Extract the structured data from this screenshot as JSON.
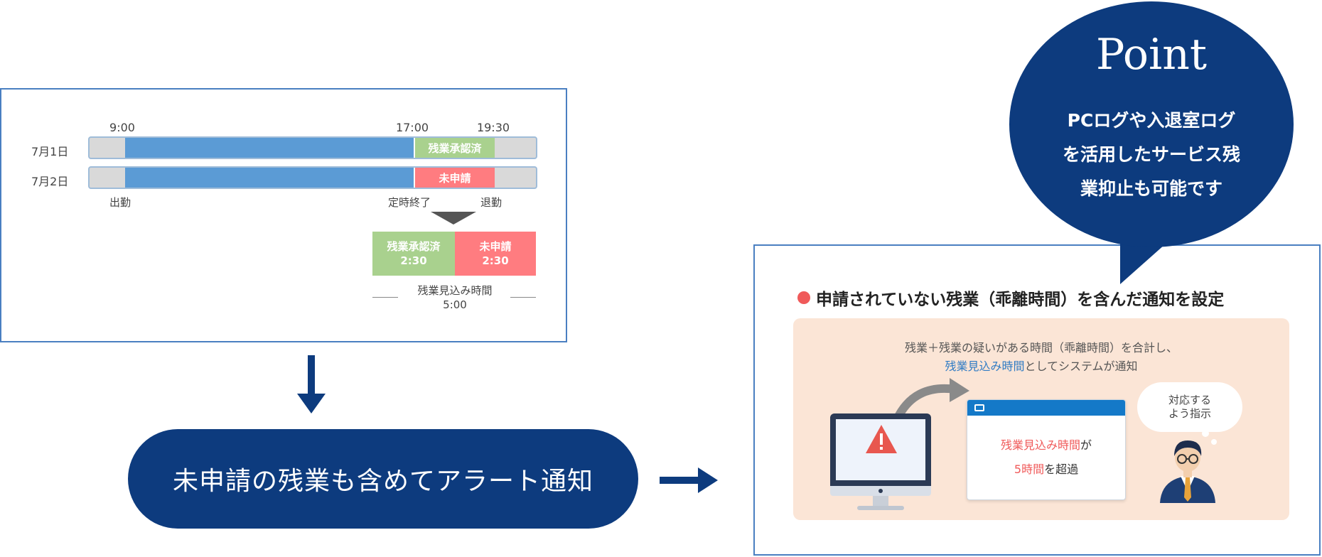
{
  "timeline": {
    "times": [
      "9:00",
      "17:00",
      "19:30"
    ],
    "rows": [
      {
        "date": "7月1日",
        "status_label": "残業承認済"
      },
      {
        "date": "7月2日",
        "status_label": "未申請"
      }
    ],
    "markers": [
      "出勤",
      "定時終了",
      "退勤"
    ],
    "summary": [
      {
        "label": "残業承認済",
        "value": "2:30"
      },
      {
        "label": "未申請",
        "value": "2:30"
      }
    ],
    "expected_label": "残業見込み時間",
    "expected_value": "5:00"
  },
  "alert_pill": "未申請の残業も含めてアラート通知",
  "setting": {
    "title": "申請されていない残業（乖離時間）を含んだ通知を設定",
    "desc_line1": "残業＋残業の疑いがある時間（乖離時間）を合計し、",
    "desc_line2_highlight": "残業見込み時間",
    "desc_line2_rest": "としてシステムが通知",
    "notify_line1_red": "残業見込み時間",
    "notify_line1_rest": "が",
    "notify_line2_red": "5時間",
    "notify_line2_rest": "を超過",
    "instruct_line1": "対応する",
    "instruct_line2": "よう指示"
  },
  "point": {
    "title": "Point",
    "line1": "PCログや入退室ログ",
    "line2": "を活用したサービス残",
    "line3": "業抑止も可能です"
  },
  "colors": {
    "navy": "#0d3b7e",
    "bar_blue": "#5b9bd5",
    "approved_green": "#a9d18e",
    "unapplied_red": "#ff7c80",
    "peach": "#fbe5d6"
  }
}
